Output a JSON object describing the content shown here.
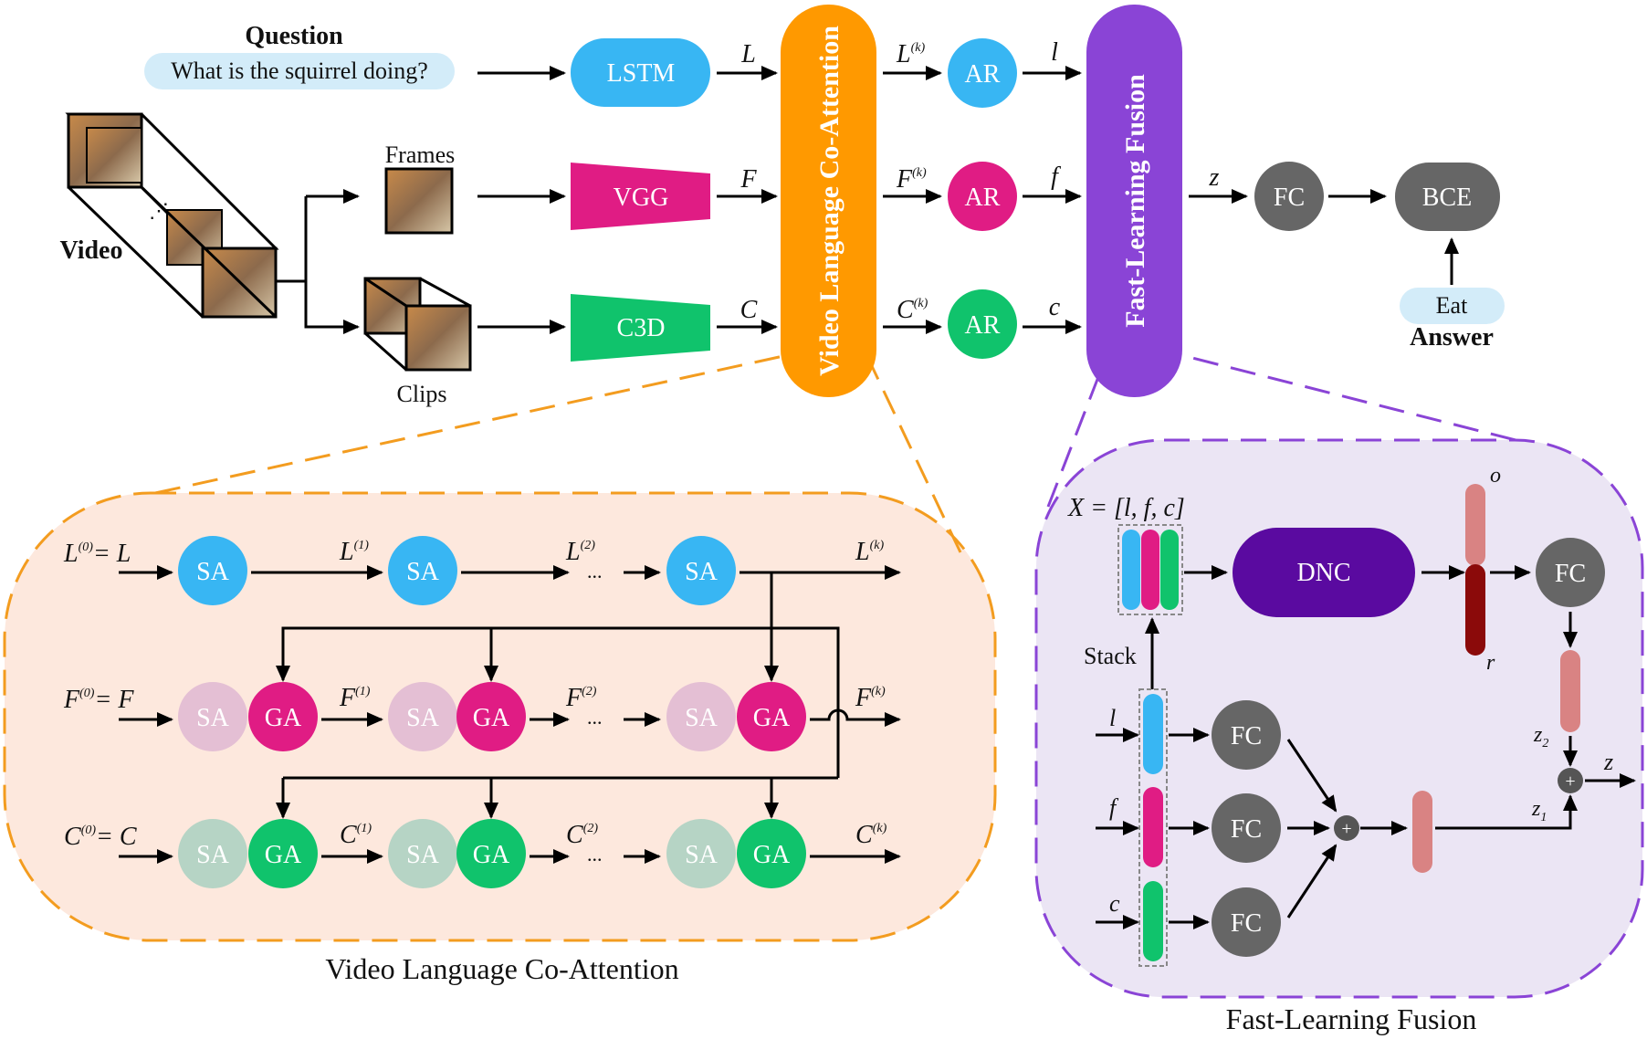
{
  "top": {
    "question_header": "Question",
    "question_text": "What is the squirrel doing?",
    "video_label": "Video",
    "frames_label": "Frames",
    "clips_label": "Clips",
    "lstm": "LSTM",
    "vgg": "VGG",
    "c3d": "C3D",
    "L": "L",
    "F": "F",
    "C": "C",
    "vlca_bar": "Video Language Co-Attention",
    "Lk": "L",
    "Fk": "F",
    "Ck": "C",
    "k_sup": "(k)",
    "ar": "AR",
    "l": "l",
    "f": "f",
    "c": "c",
    "fusion_bar": "Fast-Learning Fusion",
    "z": "z",
    "fc": "FC",
    "bce": "BCE",
    "answer_value": "Eat",
    "answer_header": "Answer"
  },
  "vlca": {
    "title": "Video Language Co-Attention",
    "sa": "SA",
    "ga": "GA",
    "L0": "L",
    "F0": "F",
    "C0": "C",
    "eq_L": "= L",
    "eq_F": "= F",
    "eq_C": "= C",
    "sup0": "(0)",
    "sup1": "(1)",
    "sup2": "(2)",
    "supk": "(k)",
    "sym_L": "L",
    "sym_F": "F",
    "sym_C": "C",
    "dots": "..."
  },
  "fusion": {
    "title": "Fast-Learning Fusion",
    "x_eq": "X = [l, f, c]",
    "dnc": "DNC",
    "stack": "Stack",
    "fc": "FC",
    "o": "o",
    "r": "r",
    "l": "l",
    "f": "f",
    "c": "c",
    "z": "z",
    "z1": "1",
    "z2": "2",
    "plus": "+"
  },
  "colors": {
    "blue": "#38b6f3",
    "pink": "#e01c84",
    "green": "#10c36c",
    "orange": "#ff9900",
    "purple": "#8a44d6",
    "dnc": "#5a0aa0",
    "gray": "#666666",
    "light_blue": "#d3ecf9",
    "orange_panel": "#fde8dd",
    "purple_panel": "#ebe5f4",
    "sa_pink": "#e4bfd4",
    "sa_green": "#b6d4c5",
    "salmon": "#d98383",
    "dark_red": "#8b0a0a"
  }
}
